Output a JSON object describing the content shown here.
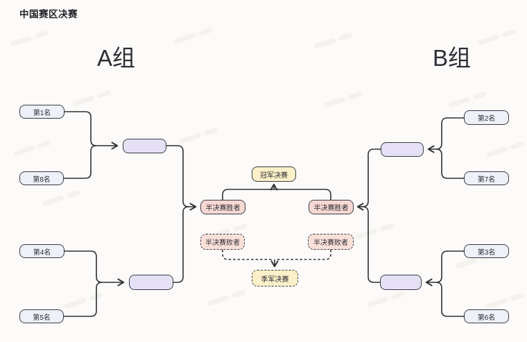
{
  "page": {
    "title": "中国赛区决赛"
  },
  "bracket": {
    "group_a": {
      "heading": "A组",
      "seed_top_1": "第1名",
      "seed_top_2": "第8名",
      "seed_bottom_1": "第4名",
      "seed_bottom_2": "第5名",
      "match_slot_1": "",
      "match_slot_2": ""
    },
    "group_b": {
      "heading": "B组",
      "seed_top_1": "第2名",
      "seed_top_2": "第7名",
      "seed_bottom_1": "第3名",
      "seed_bottom_2": "第6名",
      "match_slot_1": "",
      "match_slot_2": ""
    },
    "center": {
      "final": "冠军决赛",
      "winner_left": "半决赛胜者",
      "winner_right": "半决赛胜者",
      "loser_left": "半决赛败者",
      "loser_right": "半决赛败者",
      "third_place": "季军决赛"
    }
  },
  "colors": {
    "seed_fill": "#eef0fa",
    "match_fill": "#e6e0f7",
    "final_fill": "#fbf0c9",
    "winner_fill": "#f8d8d3",
    "loser_fill": "#fbe0da",
    "third_fill": "#fbf0c9",
    "border": "#3a3a42",
    "line": "#2e2e34",
    "text": "#2d2d33",
    "bg": "#fcfbf9"
  }
}
